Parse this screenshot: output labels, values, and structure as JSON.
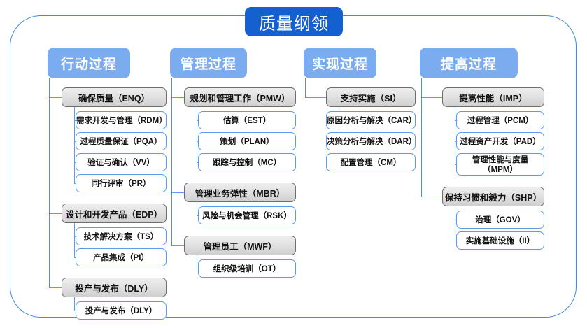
{
  "diagram": {
    "title": "质量纲领",
    "colors": {
      "title_bg": "#1560d0",
      "category_bg": "#7bacf0",
      "frame_border": "#3f8ae0",
      "leaf_border": "#5b9bea",
      "group_border": "#6e6e6e",
      "connector": "#5b9bea"
    },
    "columns": [
      {
        "label": "行动过程",
        "groups": [
          {
            "label": "确保质量（ENQ）",
            "children": [
              "需求开发与管理（RDM）",
              "过程质量保证（PQA）",
              "验证与确认（VV）",
              "同行评审（PR）"
            ]
          },
          {
            "label": "设计和开发产品（EDP）",
            "children": [
              "技术解决方案（TS）",
              "产品集成（PI）"
            ]
          },
          {
            "label": "投产与发布（DLY）",
            "children": [
              "投产与发布（DLY）"
            ]
          }
        ]
      },
      {
        "label": "管理过程",
        "groups": [
          {
            "label": "规划和管理工作（PMW）",
            "children": [
              "估算（EST）",
              "策划（PLAN）",
              "跟踪与控制（MC）"
            ]
          },
          {
            "label": "管理业务弹性（MBR）",
            "children": [
              "风险与机会管理（RSK）"
            ]
          },
          {
            "label": "管理员工（MWF）",
            "children": [
              "组织级培训（OT）"
            ]
          }
        ]
      },
      {
        "label": "实现过程",
        "groups": [
          {
            "label": "支持实施（SI）",
            "children": [
              "原因分析与解决（CAR）",
              "决策分析与解决（DAR）",
              "配置管理（CM）"
            ]
          }
        ]
      },
      {
        "label": "提高过程",
        "groups": [
          {
            "label": "提高性能（IMP）",
            "children": [
              "过程管理（PCM）",
              "过程资产开发（PAD）",
              "管理性能与度量\n（MPM）"
            ]
          },
          {
            "label": "保持习惯和毅力（SHP）",
            "children": [
              "治理（GOV）",
              "实施基础设施（II）"
            ]
          }
        ]
      }
    ]
  }
}
